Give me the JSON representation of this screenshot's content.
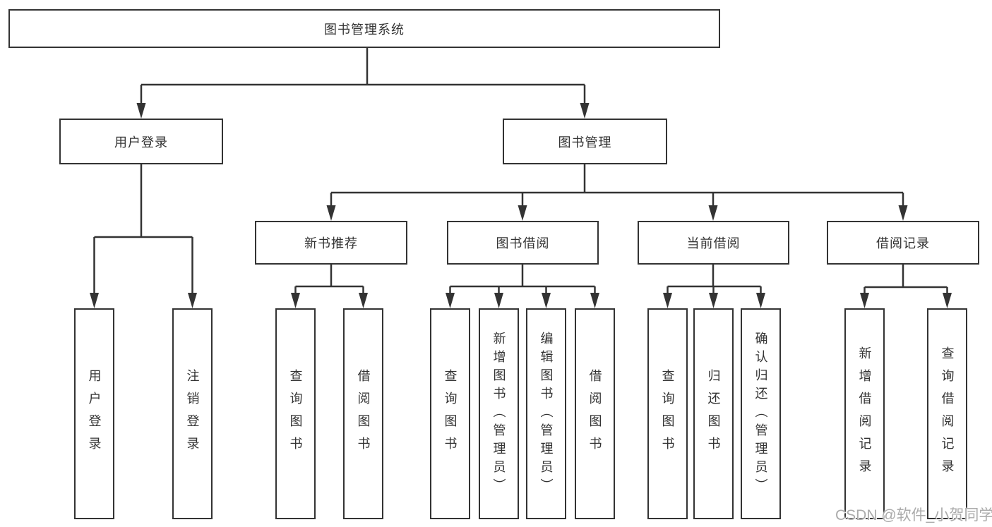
{
  "tree": {
    "label": "图书管理系统",
    "children": [
      {
        "label": "用户登录",
        "children": [
          {
            "label": "用户登录"
          },
          {
            "label": "注销登录"
          }
        ]
      },
      {
        "label": "图书管理",
        "children": [
          {
            "label": "新书推荐",
            "children": [
              {
                "label": "查询图书"
              },
              {
                "label": "借阅图书"
              }
            ]
          },
          {
            "label": "图书借阅",
            "children": [
              {
                "label": "查询图书"
              },
              {
                "label": "新增图书（管理员）"
              },
              {
                "label": "编辑图书（管理员）"
              },
              {
                "label": "借阅图书"
              }
            ]
          },
          {
            "label": "当前借阅",
            "children": [
              {
                "label": "查询图书"
              },
              {
                "label": "归还图书"
              },
              {
                "label": "确认归还（管理员）"
              }
            ]
          },
          {
            "label": "借阅记录",
            "children": [
              {
                "label": "新增借阅记录"
              },
              {
                "label": "查询借阅记录"
              }
            ]
          }
        ]
      }
    ]
  },
  "watermark": "CSDN @软件_小贺同学",
  "colors": {
    "line": "#333333",
    "box_border": "#333333",
    "text": "#333333",
    "background": "#ffffff",
    "watermark": "#ababab"
  }
}
